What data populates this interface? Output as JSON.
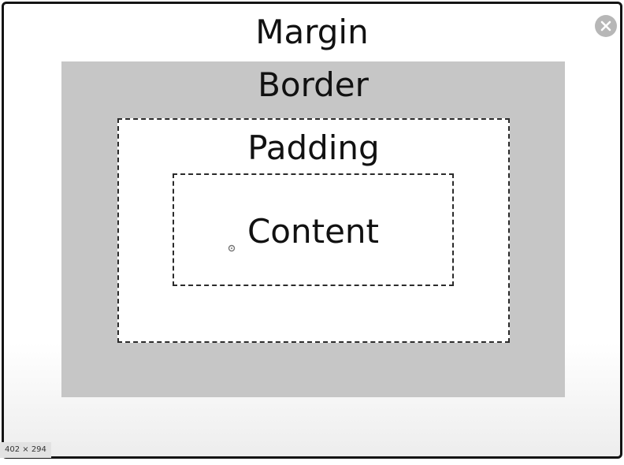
{
  "diagram": {
    "margin_label": "Margin",
    "border_label": "Border",
    "padding_label": "Padding",
    "content_label": "Content"
  },
  "window": {
    "close_icon": "close-icon",
    "size_badge": "402 × 294"
  },
  "colors": {
    "frame": "#141414",
    "border_fill": "#c6c6c6",
    "dash": "#2b2b2b",
    "close_button": "#b7b7b7"
  }
}
